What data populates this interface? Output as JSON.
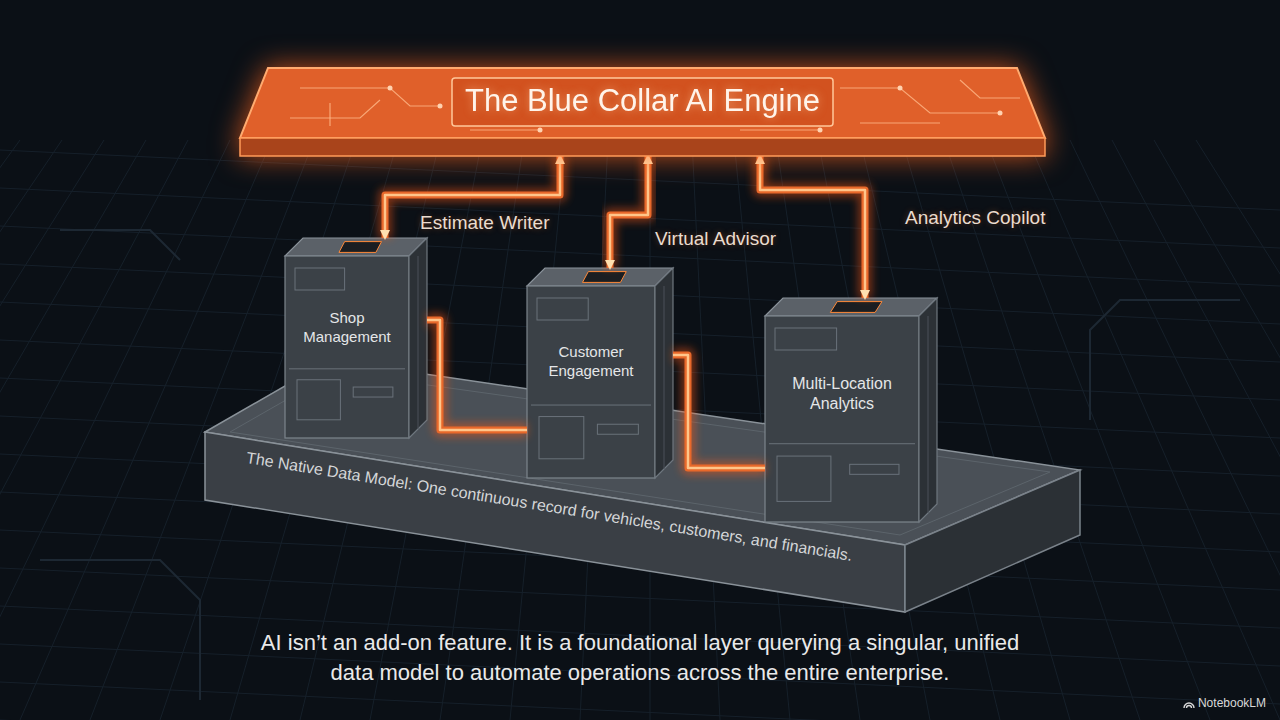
{
  "diagram": {
    "caption": "AI isn’t an add-on feature. It is a foundational layer querying a singular, unified data model to automate operations across the entire enterprise.",
    "nodes": [
      {
        "text": [
          "The Blue Collar AI Engine"
        ]
      },
      {
        "text": [
          "Shop Management"
        ]
      },
      {
        "text": [
          "Customer Engagement"
        ]
      },
      {
        "text": [
          "Multi-Location Analytics"
        ]
      },
      {
        "text": [
          "The Native Data Model: One continuous record for vehicles, customers, and financials."
        ]
      }
    ],
    "edges": [
      {
        "from": 0,
        "to": 1,
        "arrow": "both",
        "label": "Estimate Writer"
      },
      {
        "from": 0,
        "to": 2,
        "arrow": "both",
        "label": "Virtual Advisor"
      },
      {
        "from": 0,
        "to": 3,
        "arrow": "both",
        "label": "Analytics Copilot"
      },
      {
        "from": 1,
        "to": 2,
        "arrow": "none"
      },
      {
        "from": 2,
        "to": 3,
        "arrow": "none"
      }
    ],
    "labels": [
      "NotebookLM"
    ]
  }
}
